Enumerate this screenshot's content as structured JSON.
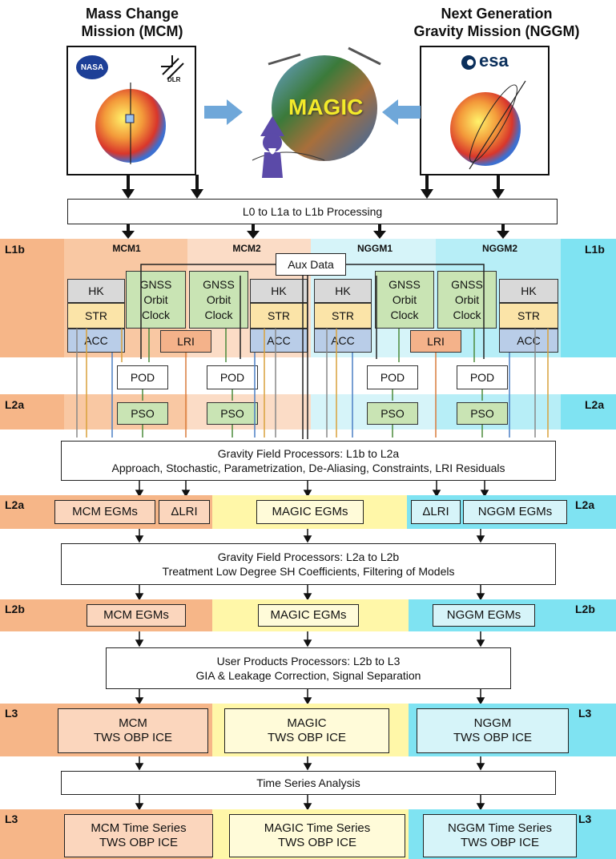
{
  "header": {
    "mcm_title_line1": "Mass Change",
    "mcm_title_line2": "Mission (MCM)",
    "nggm_title_line1": "Next Generation",
    "nggm_title_line2": "Gravity Mission (NGGM)",
    "magic_label": "MAGIC",
    "nasa_logo": "NASA",
    "dlr_logo": "DLR",
    "esa_logo": "esa"
  },
  "processing_l0": "L0 to L1a to L1b Processing",
  "levels": {
    "l1b": "L1b",
    "l2a": "L2a",
    "l2b": "L2b",
    "l3": "L3"
  },
  "missions": {
    "mcm1": "MCM1",
    "mcm2": "MCM2",
    "nggm1": "NGGM1",
    "nggm2": "NGGM2"
  },
  "aux_data": "Aux Data",
  "sensors": {
    "hk": "HK",
    "str": "STR",
    "acc": "ACC",
    "lri": "LRI",
    "gnss_line1": "GNSS",
    "gnss_line2": "Orbit",
    "gnss_line3": "Clock",
    "pod": "POD",
    "pso": "PSO"
  },
  "gf_l1b_l2a": {
    "line1": "Gravity Field Processors: L1b to L2a",
    "line2": "Approach, Stochastic, Parametrization, De-Aliasing, Constraints, LRI Residuals"
  },
  "l2a_products": {
    "mcm": "MCM EGMs",
    "dlri_left": "ΔLRI",
    "magic": "MAGIC EGMs",
    "dlri_right": "ΔLRI",
    "nggm": "NGGM EGMs"
  },
  "gf_l2a_l2b": {
    "line1": "Gravity Field Processors: L2a to L2b",
    "line2": "Treatment  Low Degree SH Coefficients, Filtering of Models"
  },
  "l2b_products": {
    "mcm": "MCM EGMs",
    "magic": "MAGIC EGMs",
    "nggm": "NGGM EGMs"
  },
  "user_products": {
    "line1": "User Products Processors: L2b to L3",
    "line2": "GIA & Leakage Correction, Signal Separation"
  },
  "l3_products": {
    "mcm_line1": "MCM",
    "mcm_line2": "TWS OBP ICE",
    "magic_line1": "MAGIC",
    "magic_line2": "TWS OBP ICE",
    "nggm_line1": "NGGM",
    "nggm_line2": "TWS OBP ICE"
  },
  "time_series_analysis": "Time Series Analysis",
  "l3_time_series": {
    "mcm_line1": "MCM Time Series",
    "mcm_line2": "TWS OBP ICE",
    "magic_line1": "MAGIC Time Series",
    "magic_line2": "TWS OBP ICE",
    "nggm_line1": "NGGM Time Series",
    "nggm_line2": "TWS OBP ICE"
  },
  "colors": {
    "mcm_band": "#f6b688",
    "mcm_band_light": "#fbd6bd",
    "magic_band": "#fff7a8",
    "nggm_band": "#7fe3f2",
    "nggm_band_light": "#b7eef7",
    "arrow_blue": "#6fa7d9"
  }
}
